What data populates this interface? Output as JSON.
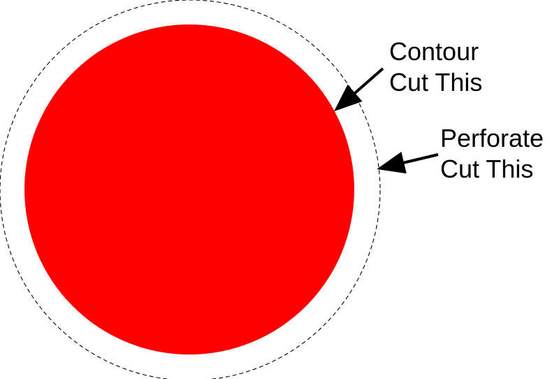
{
  "colors": {
    "fill": "#ff0000",
    "perforation_stroke": "#000000",
    "arrow": "#000000",
    "background": "#ffffff"
  },
  "labels": {
    "contour": {
      "line1": "Contour",
      "line2": "Cut This"
    },
    "perforate": {
      "line1": "Perforate",
      "line2": "Cut This"
    }
  }
}
